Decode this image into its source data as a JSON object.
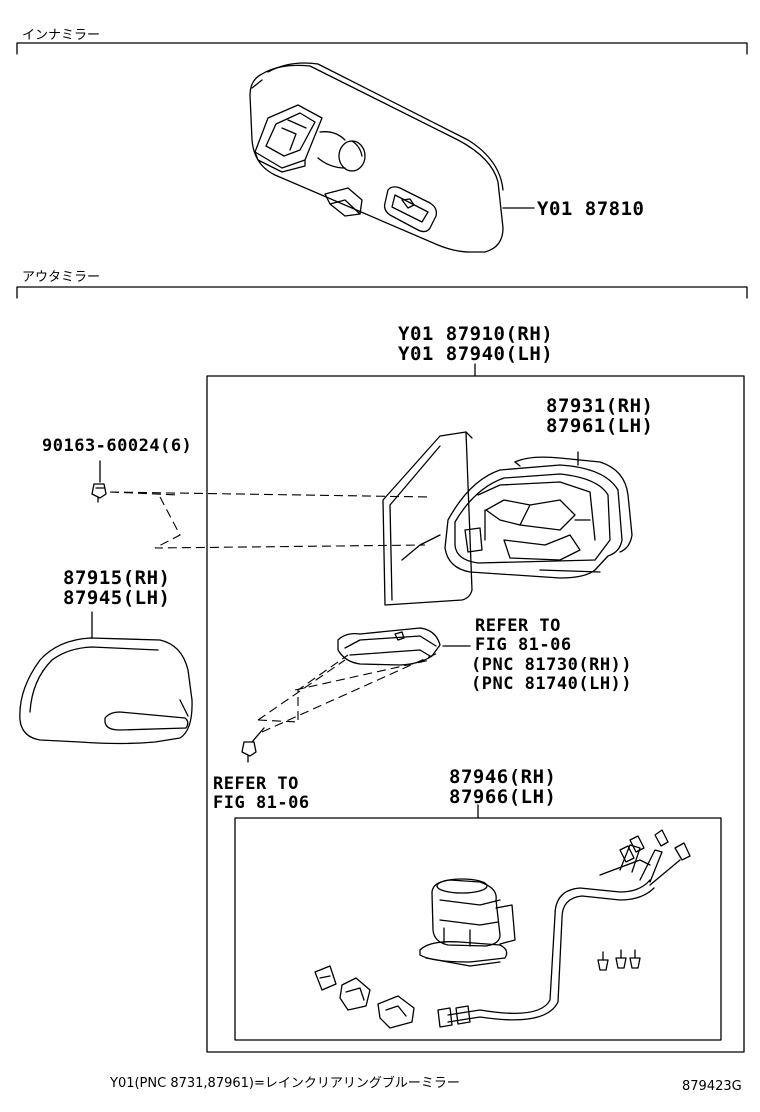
{
  "sections": {
    "inner": "インナミラー",
    "outer": "アウタミラー"
  },
  "labels": {
    "inner_mirror": "Y01 87810",
    "mirror_assy_rh": "Y01 87910(RH)",
    "mirror_assy_lh": "Y01 87940(LH)",
    "body_rh": "87931(RH)",
    "body_lh": "87961(LH)",
    "screw": "90163-60024(6)",
    "cover_rh": "87915(RH)",
    "cover_lh": "87945(LH)",
    "refer1_a": "REFER TO",
    "refer1_b": "FIG 81-06",
    "refer1_c": "(PNC 81730(RH))",
    "refer1_d": "(PNC 81740(LH))",
    "refer2_a": "REFER TO",
    "refer2_b": "FIG 81-06",
    "motor_rh": "87946(RH)",
    "motor_lh": "87966(LH)"
  },
  "footer": {
    "note": "Y01(PNC 8731,87961)=レインクリアリングブルーミラー",
    "code": "879423G"
  }
}
